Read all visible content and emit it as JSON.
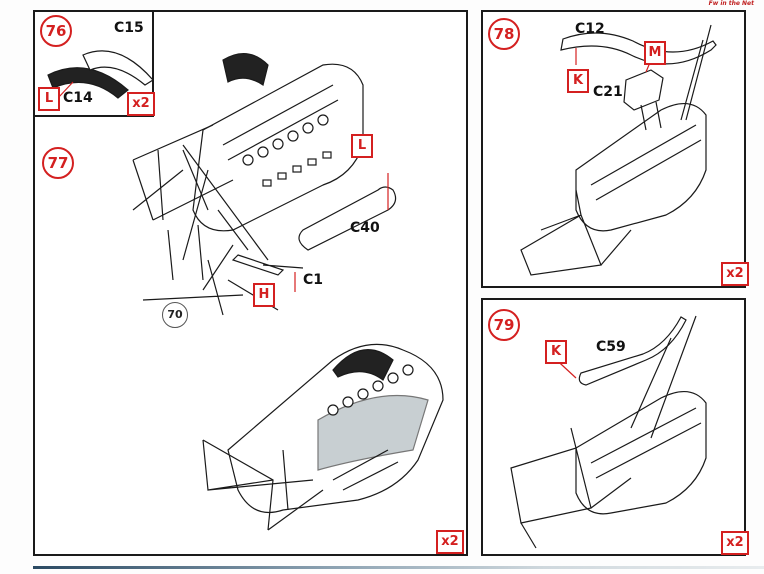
{
  "page": {
    "credit_text": "Fw in the Net"
  },
  "steps": {
    "s76": {
      "number": "76",
      "parts": [
        "C15",
        "C14"
      ],
      "paint_code": "L",
      "multiplier": "x2"
    },
    "s77": {
      "number": "77",
      "ref_step": "70",
      "parts": [
        "C40",
        "C1"
      ],
      "paint_codes": [
        "L",
        "H"
      ],
      "multiplier": "x2"
    },
    "s78": {
      "number": "78",
      "parts": [
        "C12",
        "C21"
      ],
      "paint_codes": [
        "K",
        "M"
      ],
      "multiplier": "x2"
    },
    "s79": {
      "number": "79",
      "parts": [
        "C59"
      ],
      "paint_code": "K",
      "multiplier": "x2"
    }
  },
  "colors": {
    "accent_red": "#d42020",
    "line": "#1a1a1a",
    "highlight": "#c8cfd2"
  }
}
